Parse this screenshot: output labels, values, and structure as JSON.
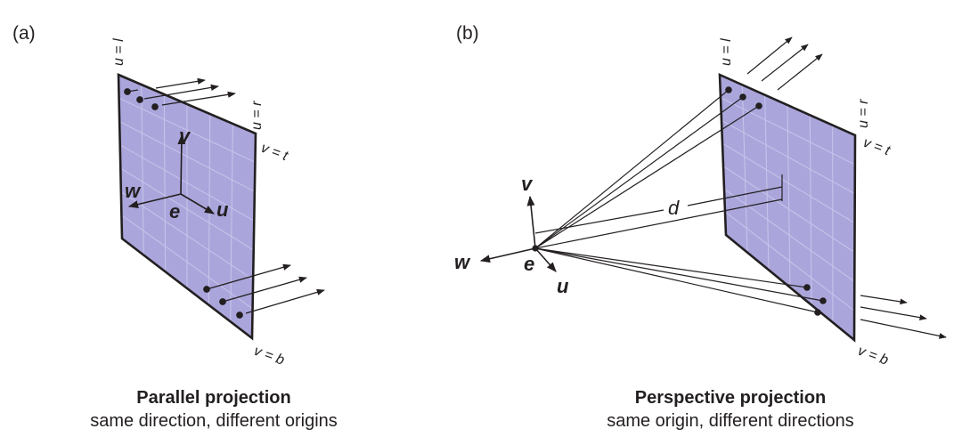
{
  "panels": {
    "parallel": {
      "label": "(a)",
      "caption_title": "Parallel projection",
      "caption_sub": "same direction, different origins",
      "axes": {
        "u": "u",
        "v": "v",
        "w": "w",
        "e": "e"
      },
      "edges": {
        "left": "u = l",
        "right": "u = r",
        "top": "v = t",
        "bottom": "v = b"
      }
    },
    "perspective": {
      "label": "(b)",
      "caption_title": "Perspective projection",
      "caption_sub": "same origin, different directions",
      "axes": {
        "u": "u",
        "v": "v",
        "w": "w",
        "e": "e"
      },
      "distance_label": "d",
      "edges": {
        "left": "u = l",
        "right": "u = r",
        "top": "v = t",
        "bottom": "v = b"
      }
    }
  },
  "colors": {
    "image_plane_fill": "#aaa6dc",
    "grid_lines": "#c8c5ea",
    "ink": "#231f20"
  }
}
